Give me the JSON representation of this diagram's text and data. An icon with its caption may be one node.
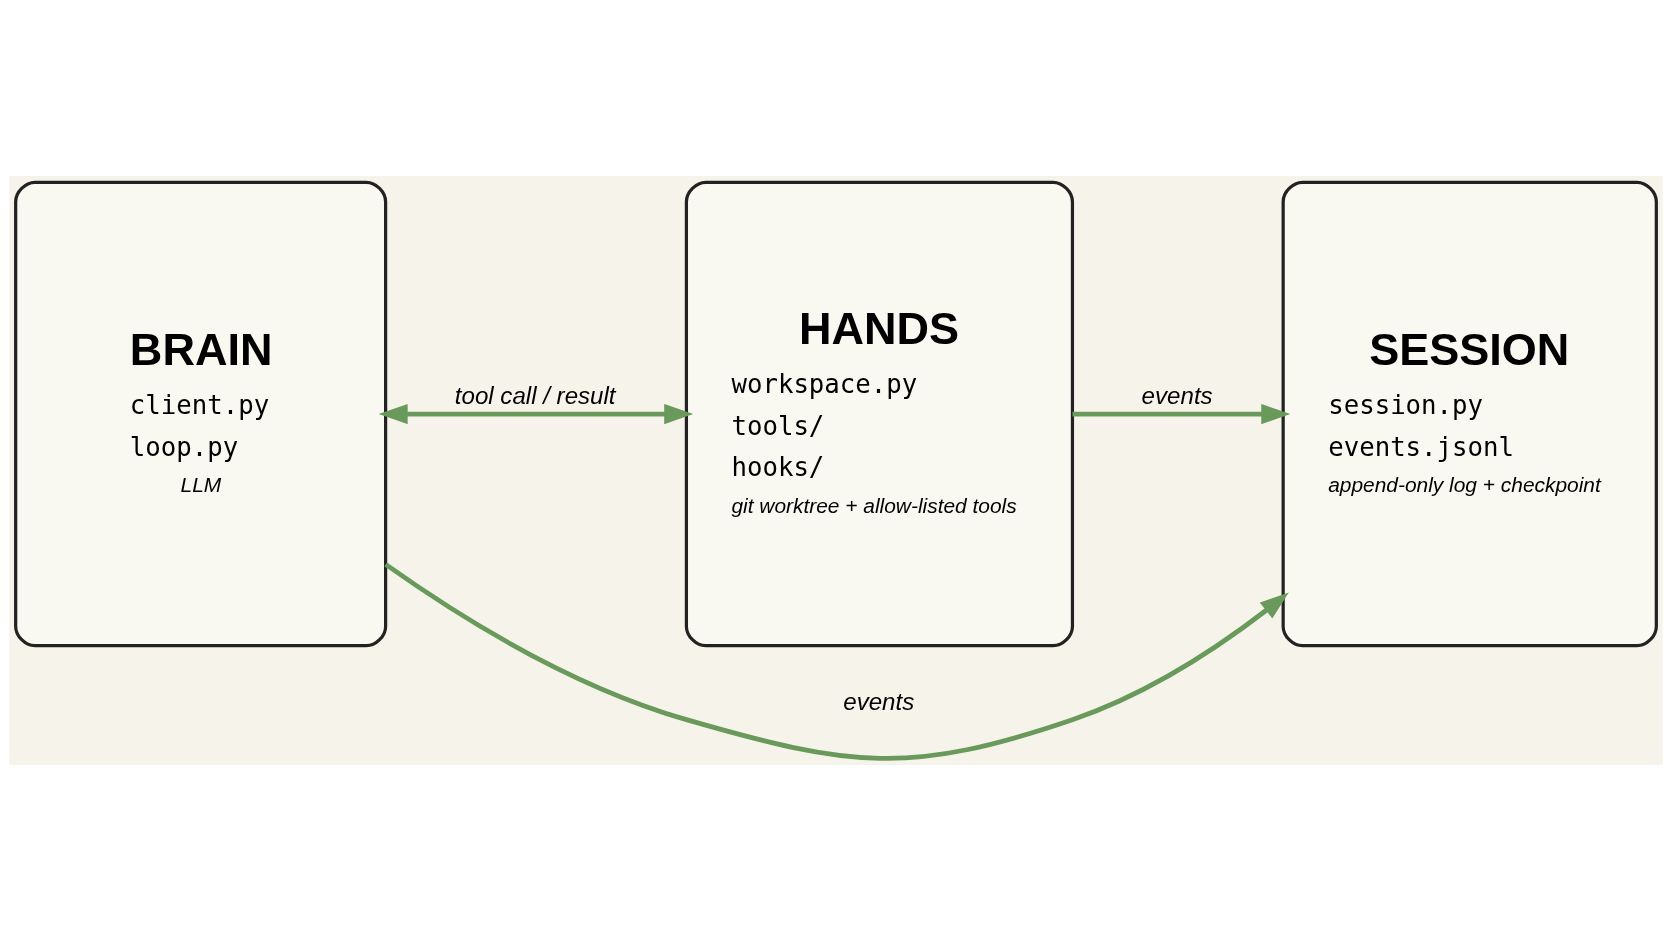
{
  "diagram": {
    "nodes": [
      {
        "text": [
          "BRAIN",
          "client.py",
          "loop.py",
          "LLM"
        ]
      },
      {
        "text": [
          "HANDS",
          "workspace.py",
          "tools/",
          "hooks/",
          "git worktree + allow-listed tools"
        ]
      },
      {
        "text": [
          "SESSION",
          "session.py",
          "events.jsonl",
          "append-only log + checkpoint"
        ]
      }
    ],
    "edges": [
      {
        "from": 0,
        "to": 1,
        "arrow": "both",
        "label": "tool call / result"
      },
      {
        "from": 0,
        "to": 2,
        "arrow": "to",
        "label": "events"
      },
      {
        "from": 1,
        "to": 2,
        "arrow": "to",
        "label": "events"
      }
    ]
  }
}
